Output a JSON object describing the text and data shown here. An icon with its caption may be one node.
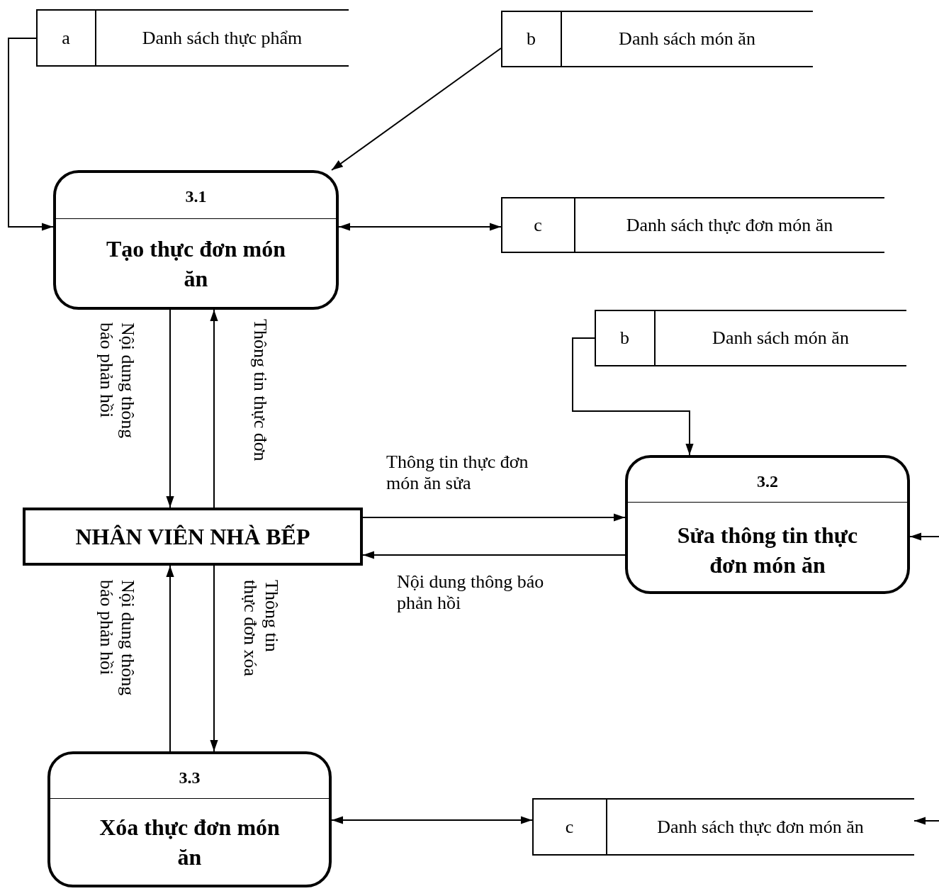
{
  "diagram": {
    "nodes": [
      {
        "text": [
          "a",
          "Danh sách thực phẩm"
        ]
      },
      {
        "text": [
          "b",
          "Danh sách món ăn"
        ]
      },
      {
        "text": [
          "3.1",
          "Tạo thực đơn món ăn"
        ]
      },
      {
        "text": [
          "c",
          "Danh sách thực đơn món ăn"
        ]
      },
      {
        "text": [
          "b",
          "Danh sách món ăn"
        ]
      },
      {
        "text": [
          "3.2",
          "Sửa thông tin thực đơn món ăn"
        ]
      },
      {
        "text": [
          "NHÂN VIÊN NHÀ BẾP"
        ]
      },
      {
        "text": [
          "3.3",
          "Xóa thực đơn món ăn"
        ]
      },
      {
        "text": [
          "c",
          "Danh sách thực đơn món ăn"
        ]
      }
    ],
    "edges": [
      {
        "from": 0,
        "to": 2,
        "arrow": "to"
      },
      {
        "from": 1,
        "to": 2,
        "arrow": "to"
      },
      {
        "from": 2,
        "to": 3,
        "arrow": "both"
      },
      {
        "from": 2,
        "to": 6,
        "arrow": "to",
        "label": "Nội dung thông báo phản hồi"
      },
      {
        "from": 6,
        "to": 2,
        "arrow": "to",
        "label": "Thông tin thực đơn"
      },
      {
        "from": 4,
        "to": 5,
        "arrow": "to"
      },
      {
        "from": 6,
        "to": 5,
        "arrow": "to",
        "label": "Thông tin thực đơn món ăn sửa"
      },
      {
        "from": 5,
        "to": 6,
        "arrow": "to",
        "label": "Nội dung thông báo phản hồi"
      },
      {
        "from": null,
        "to": 5,
        "arrow": "to"
      },
      {
        "from": 7,
        "to": 6,
        "arrow": "to",
        "label": "Nội dung thông báo phản hồi"
      },
      {
        "from": 6,
        "to": 7,
        "arrow": "to",
        "label": "Thông tin thực đơn xóa"
      },
      {
        "from": 7,
        "to": 8,
        "arrow": "both"
      },
      {
        "from": null,
        "to": 8,
        "arrow": "to"
      }
    ]
  }
}
